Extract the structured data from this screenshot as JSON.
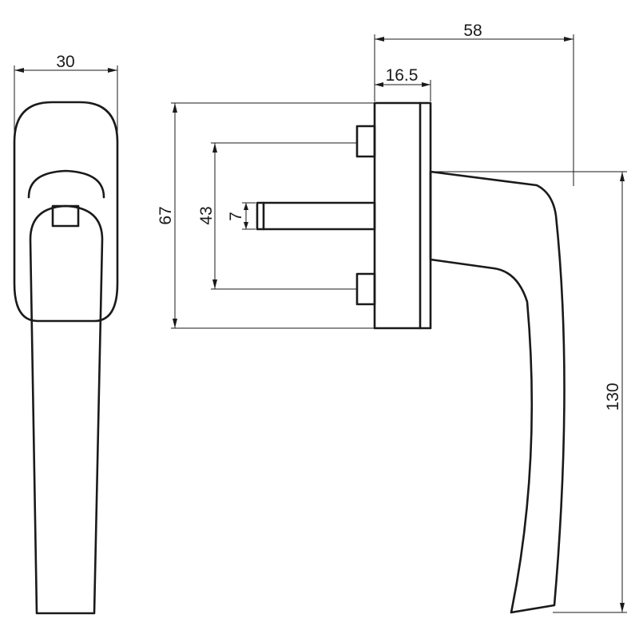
{
  "dimensions": {
    "front_width": "30",
    "overall_depth": "58",
    "rose_depth": "16.5",
    "rose_height": "67",
    "screw_spacing": "43",
    "spindle_size": "7",
    "handle_height": "130"
  }
}
